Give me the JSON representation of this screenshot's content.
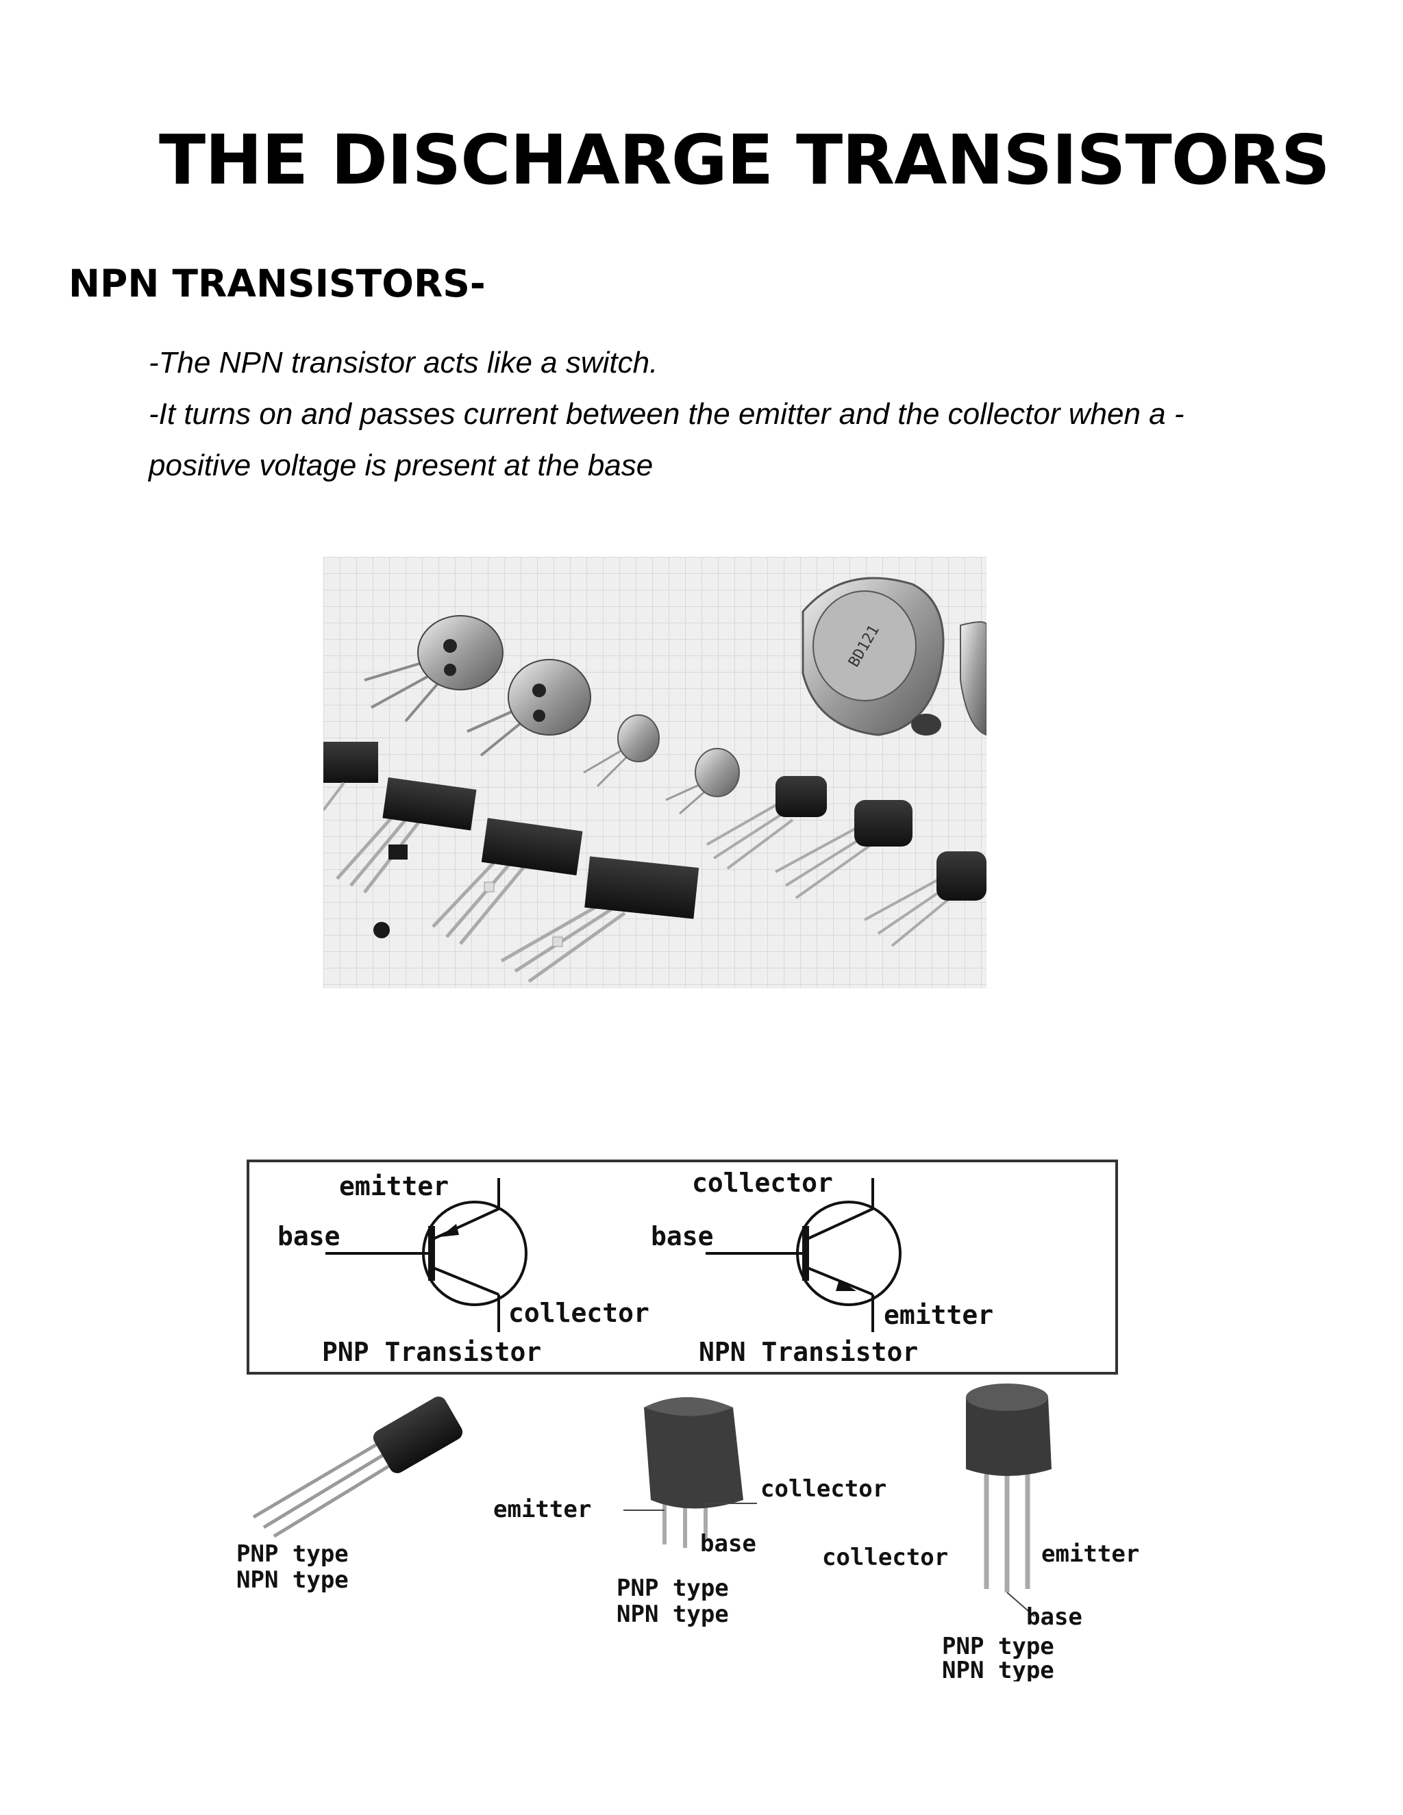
{
  "title": "THE DISCHARGE TRANSISTORS",
  "heading": "NPN TRANSISTORS-",
  "lines": [
    "-The NPN transistor acts like a switch.",
    "-It turns on and passes current between the emitter and the collector when a -",
    "positive voltage is present at the base"
  ],
  "diagram": {
    "pnp": {
      "emitter": "emitter",
      "base": "base",
      "collector": "collector",
      "caption": "PNP  Transistor"
    },
    "npn": {
      "collector": "collector",
      "base": "base",
      "emitter": "emitter",
      "caption": "NPN  Transistor"
    },
    "package1": {
      "type1": "PNP type",
      "type2": "NPN type"
    },
    "package2": {
      "emitter": "emitter",
      "collector": "collector",
      "base": "base",
      "type1": "PNP type",
      "type2": "NPN type"
    },
    "package3": {
      "collector": "collector",
      "emitter": "emitter",
      "base": "base",
      "type1": "PNP type",
      "type2": "NPN type"
    }
  }
}
